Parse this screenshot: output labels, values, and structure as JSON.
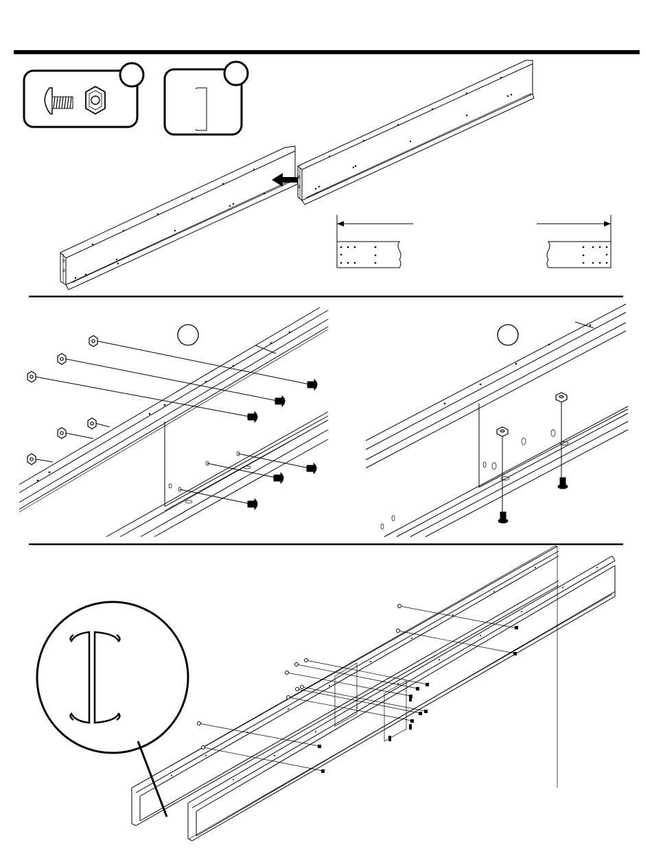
{
  "page": {
    "background_color": "#ffffff",
    "ink_color": "#000000"
  },
  "parts": [
    {
      "icon": "bolt-and-nut-icon",
      "callout_number": ""
    },
    {
      "icon": "i-beam-profile-icon",
      "callout_number": ""
    }
  ],
  "panels": [
    {
      "name": "step-join-beams",
      "callout_number": ""
    },
    {
      "name": "step-bolt-side",
      "callout_number": ""
    },
    {
      "name": "step-bolt-bottom",
      "callout_number": ""
    },
    {
      "name": "step-double-beam-assembly"
    }
  ],
  "detail": {
    "icon": "i-beam-section-icon"
  }
}
